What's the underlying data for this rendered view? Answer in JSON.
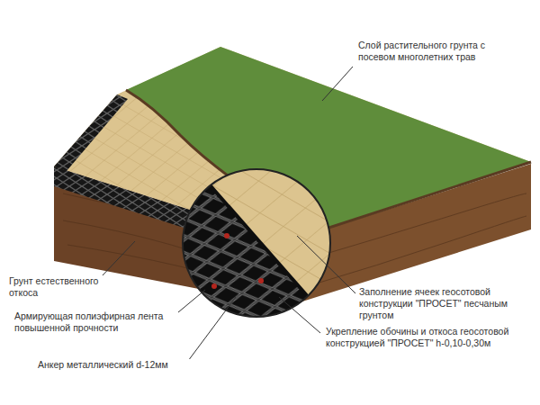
{
  "diagram": {
    "labels": [
      "Слой растительного грунта с посевом многолетних трав",
      "Грунт естественного откоса",
      "Заполнение ячеек геосотовой конструкции \"ПРОСЕТ\" песчаным грунтом",
      "Армирующая полиэфирная лента повышенной прочности",
      "Укрепление обочины и откоса геосотовой конструкцией \"ПРОСЕТ\" h-0,10-0,30м",
      "Анкер металлический d-12мм"
    ]
  }
}
